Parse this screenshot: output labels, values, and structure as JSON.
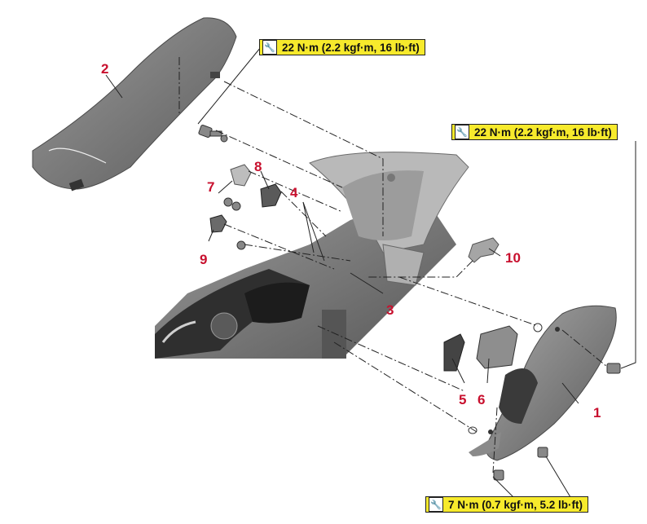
{
  "torque_specs": [
    {
      "label": "22 N·m (2.2 kgf·m, 16 lb·ft)",
      "icon": "torque-wrench-icon"
    },
    {
      "label": "22 N·m (2.2 kgf·m, 16 lb·ft)",
      "icon": "torque-wrench-icon"
    },
    {
      "label": "7 N·m (0.7 kgf·m, 5.2 lb·ft)",
      "icon": "torque-wrench-icon"
    }
  ],
  "callouts": [
    "1",
    "2",
    "3",
    "4",
    "5",
    "6",
    "7",
    "8",
    "9",
    "10"
  ],
  "colors": {
    "callout": "#c8102e",
    "torque_bg": "#f7ea2c"
  }
}
